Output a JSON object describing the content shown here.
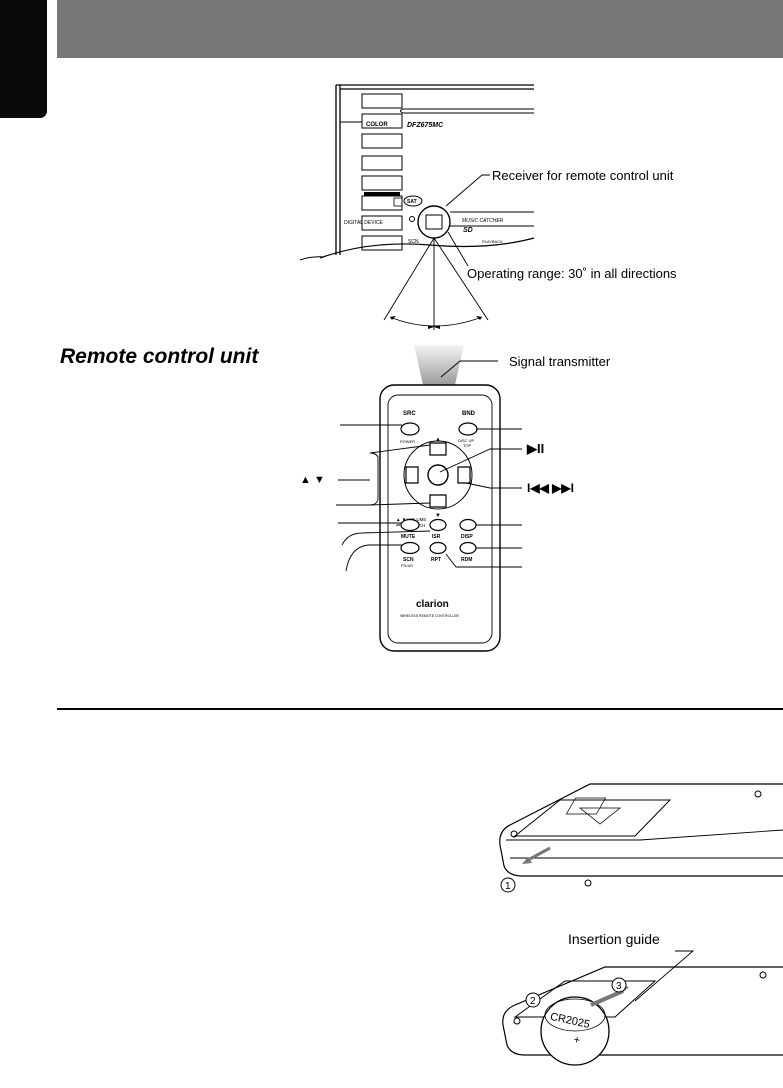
{
  "figure_labels": {
    "receiver": "Receiver for remote control unit",
    "operating_range": "Operating range: 30˚ in all directions",
    "signal_transmitter": "Signal transmitter",
    "insertion_guide": "Insertion guide"
  },
  "section": {
    "title": "Remote control unit"
  },
  "head_unit_labels": {
    "color": "COLOR",
    "model": "DFZ675MC",
    "digital": "DIGITAL DEVICE",
    "scn": "SCN",
    "sat": "SAT",
    "music_catcher": "MUSIC CATCHER",
    "sd": "SD",
    "playback": "PLAYBACK"
  },
  "remote_labels": {
    "src": "SRC",
    "power": "POWER",
    "bnd": "BND",
    "disc_up": "DISC UP",
    "top": "TOP",
    "volume": "▲ ▼ VOLUME",
    "search": "⏮ ⏭ SEARCH",
    "mute": "MUTE",
    "isr": "ISR",
    "disp": "DISP",
    "scn": "SCN",
    "ps_as": "PS/AS",
    "rpt": "RPT",
    "rdm": "RDM",
    "brand": "clarion",
    "subtitle": "WIRELESS REMOTE CONTROLLER"
  },
  "callout_symbols": {
    "up_down": "▲  ▼",
    "play_pause": "▶II",
    "skip": "I◀◀   ▶▶I"
  },
  "battery": {
    "step1": "1",
    "step2": "2",
    "step3": "3",
    "cell": "CR2025"
  }
}
